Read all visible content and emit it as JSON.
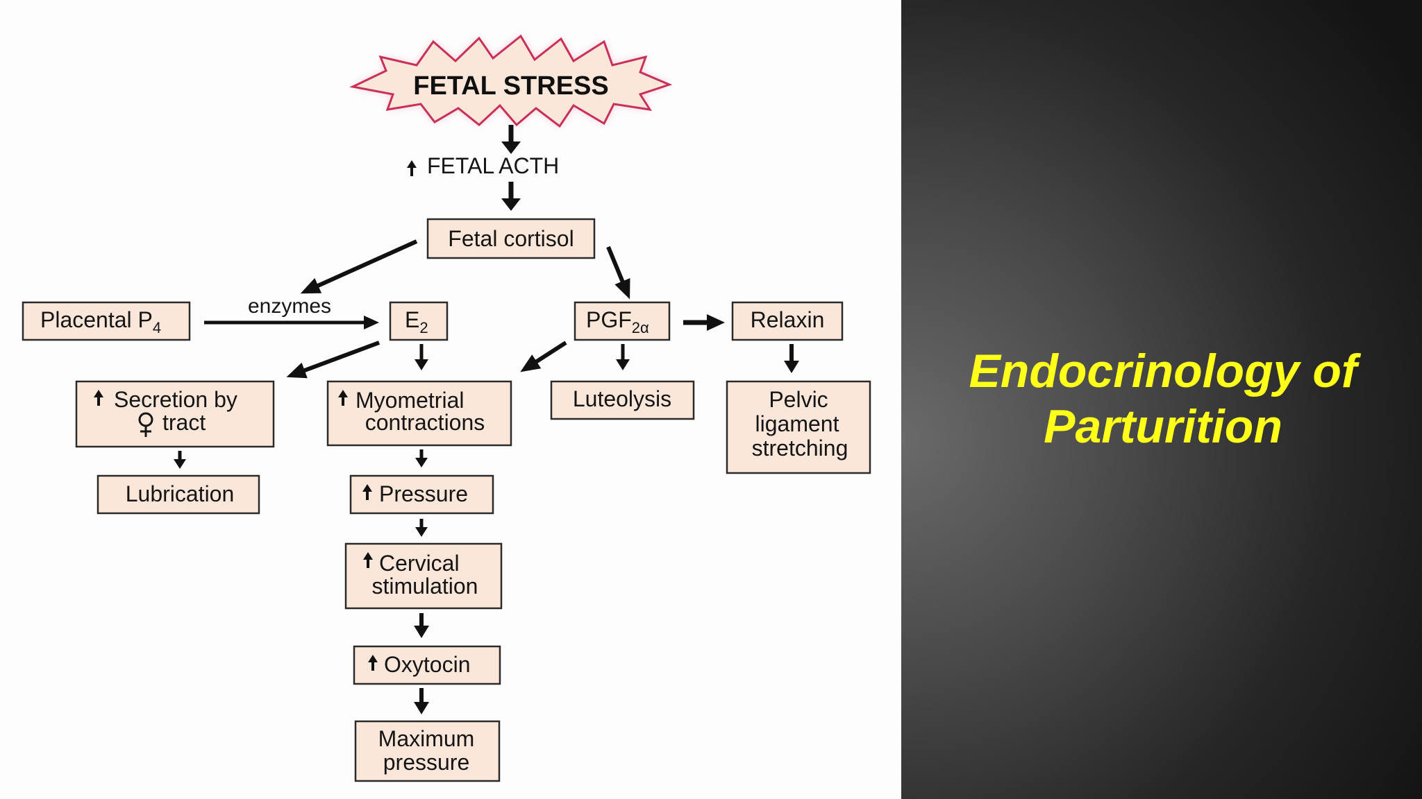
{
  "slide": {
    "title_line1": "Endocrinology of",
    "title_line2": "Parturition",
    "title_color": "#ffff1a"
  },
  "diagram": {
    "fetal_stress": "FETAL STRESS",
    "fetal_acth": "FETAL ACTH",
    "fetal_cortisol": "Fetal cortisol",
    "placental_p4": {
      "main": "Placental P",
      "sub": "4"
    },
    "enzymes_label": "enzymes",
    "e2": {
      "main": "E",
      "sub": "2"
    },
    "pgf": {
      "main": "PGF",
      "sub": "2α"
    },
    "relaxin": "Relaxin",
    "secretion": {
      "line1": "Secretion by",
      "line2": "tract"
    },
    "myometrial": {
      "line1": "Myometrial",
      "line2": "contractions"
    },
    "luteolysis": "Luteolysis",
    "pelvic": {
      "line1": "Pelvic",
      "line2": "ligament",
      "line3": "stretching"
    },
    "lubrication": "Lubrication",
    "pressure": "Pressure",
    "cervical": {
      "line1": "Cervical",
      "line2": "stimulation"
    },
    "oxytocin": "Oxytocin",
    "maximum": {
      "line1": "Maximum",
      "line2": "pressure"
    },
    "box_fill": "#fbe6da",
    "burst_fill": "#fbe6da",
    "burst_stroke": "#c8305a"
  }
}
